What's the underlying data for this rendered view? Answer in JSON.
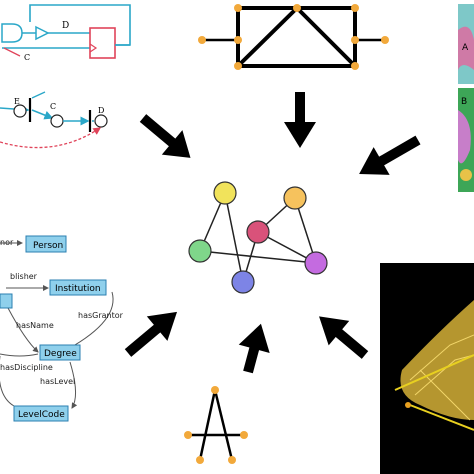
{
  "circuit": {
    "wire_label": "D",
    "clock_label": "C"
  },
  "petri": {
    "labels": [
      "E",
      "C",
      "D"
    ]
  },
  "ontology": {
    "nodes": [
      {
        "id": "person",
        "label": "Person"
      },
      {
        "id": "institution",
        "label": "Institution"
      },
      {
        "id": "degree",
        "label": "Degree"
      },
      {
        "id": "levelcode",
        "label": "LevelCode"
      }
    ],
    "edge_labels": [
      "nor",
      "blisher",
      "hasGrantor",
      "hasName",
      "hasDiscipline",
      "hasLevel"
    ]
  },
  "photo_panels": {
    "top_label": "A",
    "bottom_label": "B"
  },
  "center_graph": {
    "colors": {
      "yellow": "#f1e35b",
      "orange": "#f6c25d",
      "magenta": "#d9527a",
      "green": "#7fd68a",
      "blue": "#7d84e6",
      "purple": "#c46be0"
    }
  },
  "accent": {
    "circuit_line": "#2aa7c8",
    "node_fill": "#f2a93b",
    "arrow": "#000000"
  }
}
